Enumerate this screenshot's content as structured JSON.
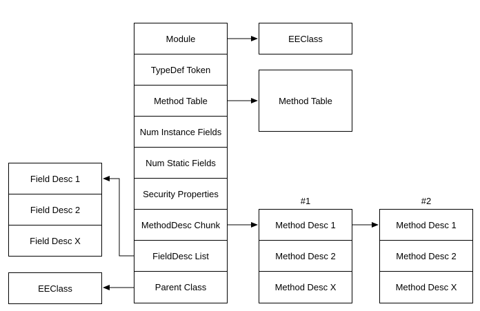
{
  "ee_class_main": {
    "rows": [
      "Module",
      "TypeDef Token",
      "Method Table",
      "Num Instance Fields",
      "Num Static Fields",
      "Security Properties",
      "MethodDesc Chunk",
      "FieldDesc List",
      "Parent Class"
    ]
  },
  "module_target": "EEClass",
  "method_table_target": "Method Table",
  "field_descs": [
    "Field Desc 1",
    "Field Desc 2",
    "Field Desc X"
  ],
  "parent_target": "EEClass",
  "method_chunk_1": {
    "label": "#1",
    "rows": [
      "Method Desc 1",
      "Method Desc 2",
      "Method Desc X"
    ]
  },
  "method_chunk_2": {
    "label": "#2",
    "rows": [
      "Method Desc 1",
      "Method Desc 2",
      "Method Desc X"
    ]
  }
}
